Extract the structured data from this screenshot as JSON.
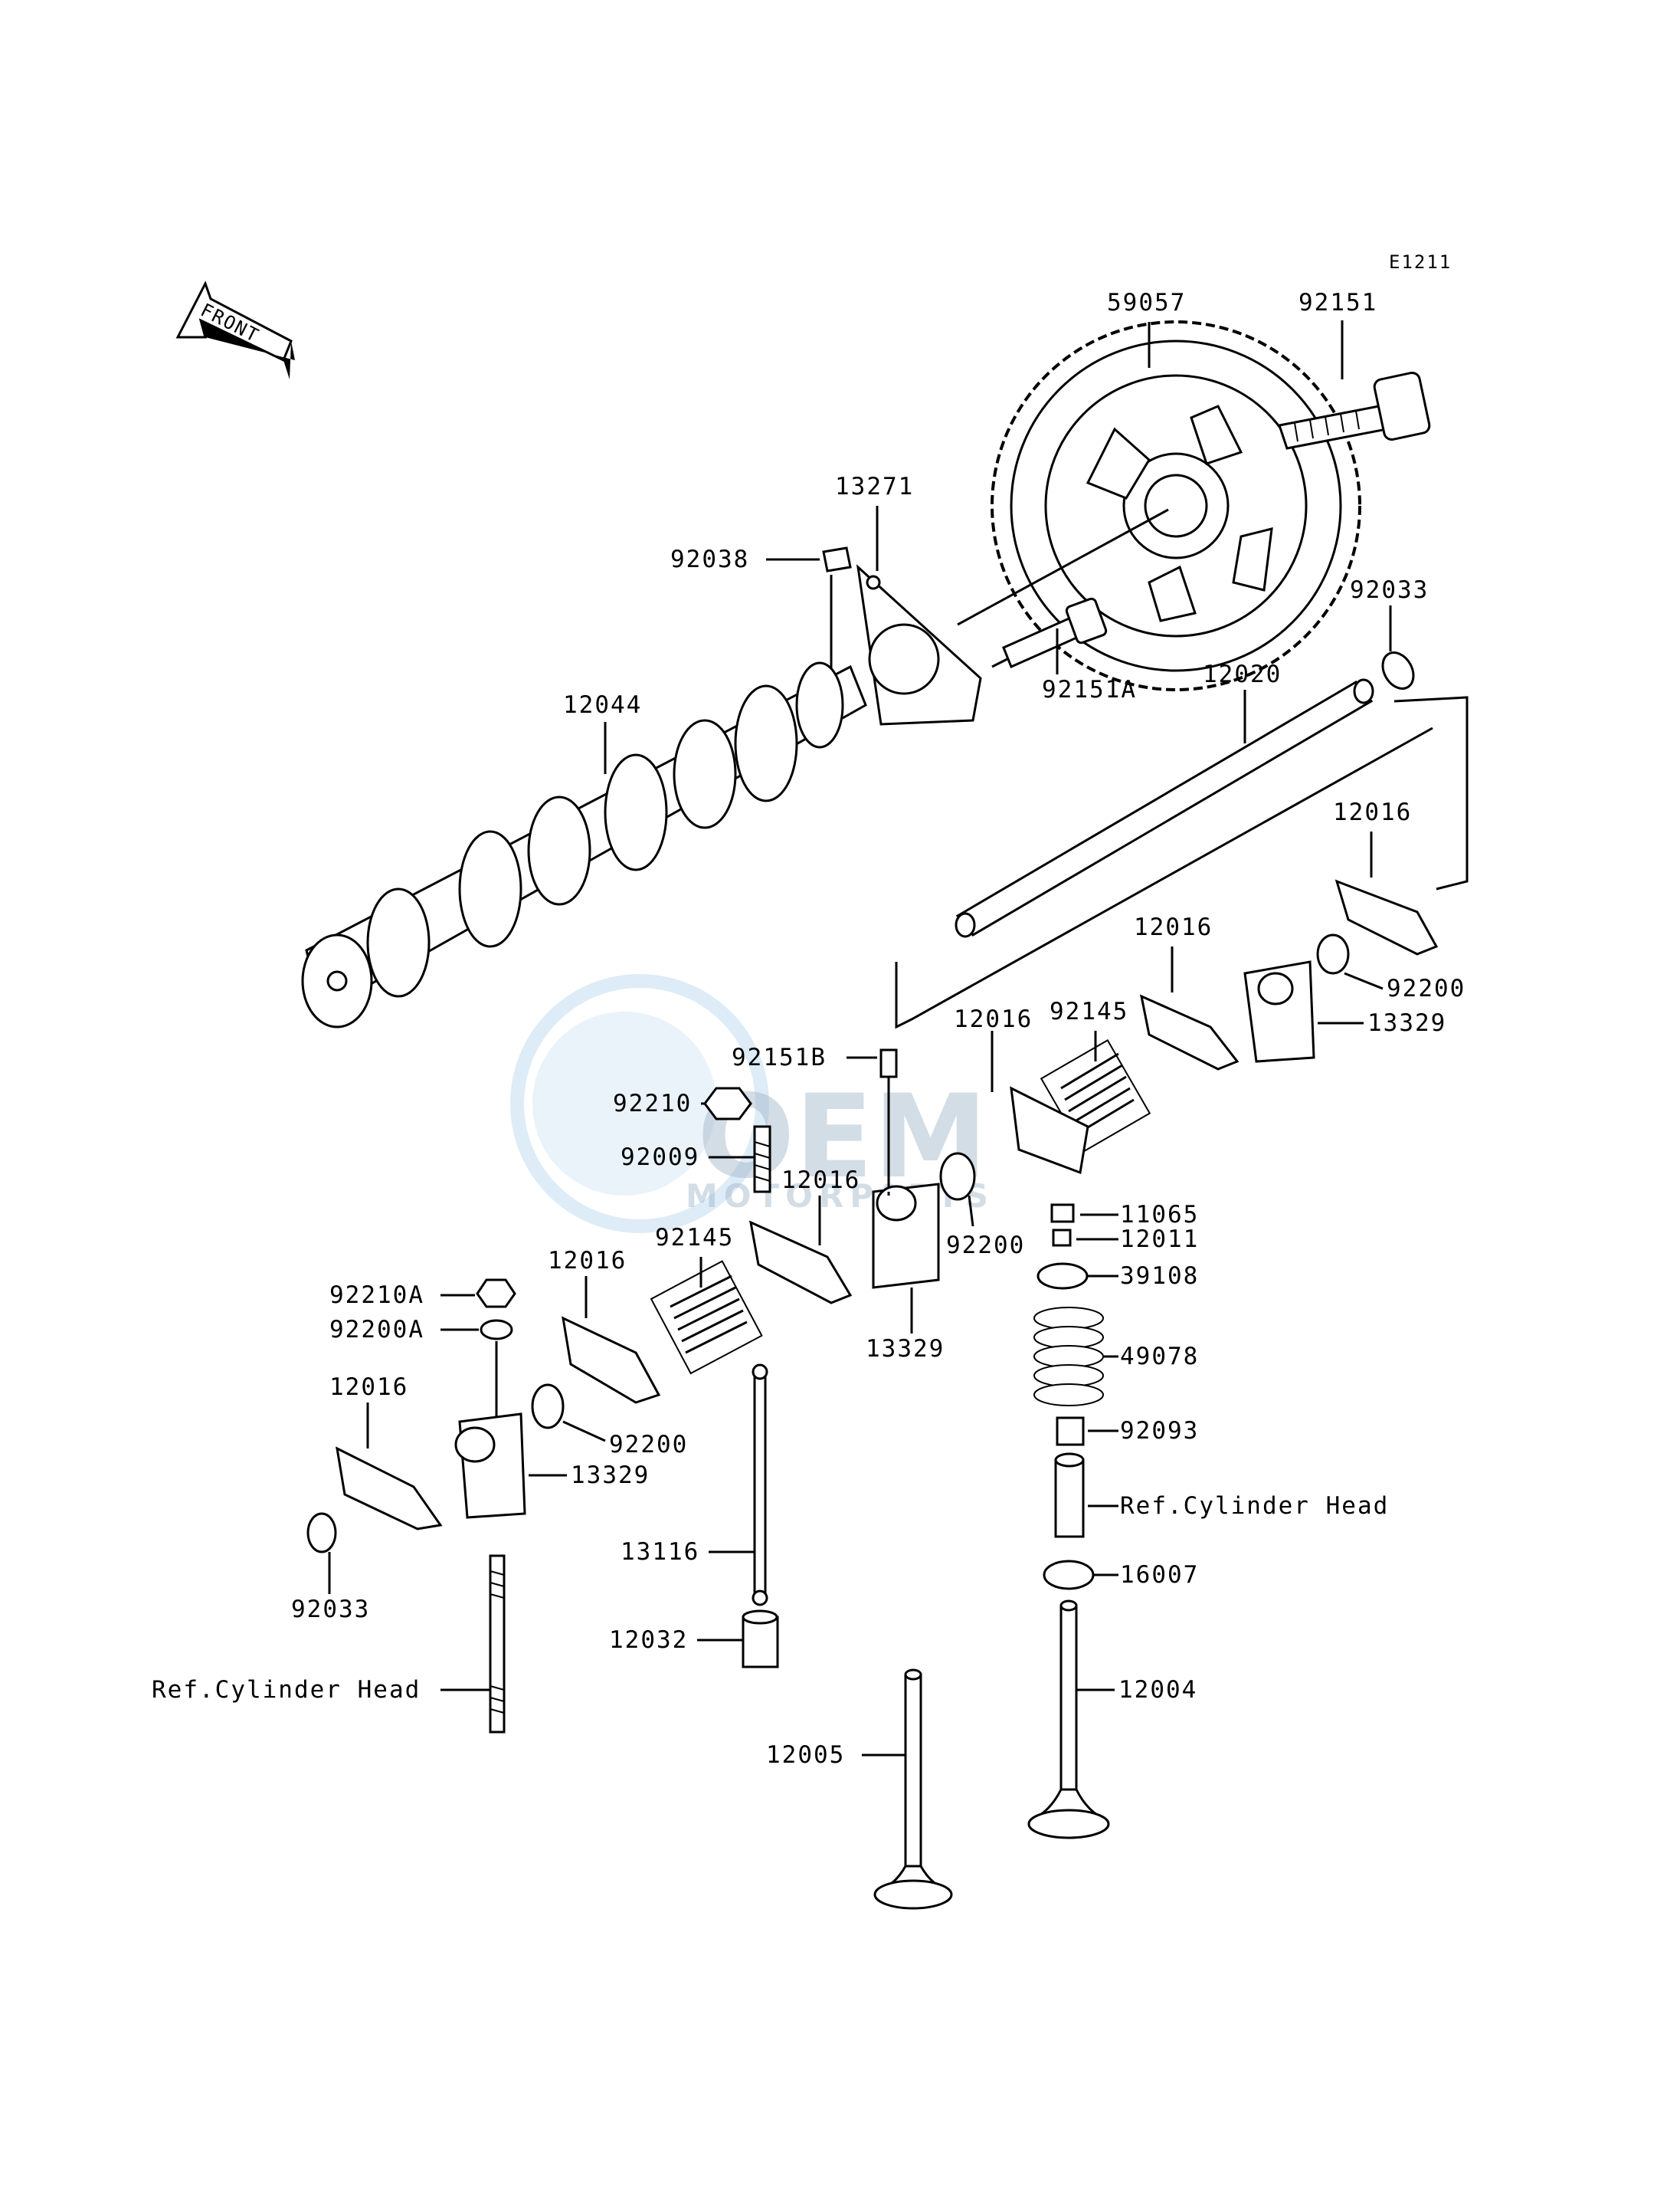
{
  "diagram": {
    "drawing_code": "E1211",
    "front_indicator": "FRONT",
    "watermark": {
      "main": "OEM",
      "sub": "MOTORPARTS"
    },
    "callouts": {
      "p59057": "59057",
      "p92151": "92151",
      "p13271": "13271",
      "p92038": "92038",
      "p92033_top": "92033",
      "p12044": "12044",
      "p92151A": "92151A",
      "p12020": "12020",
      "p12016_a": "12016",
      "p12016_b": "12016",
      "p12016_c": "12016",
      "p12016_d": "12016",
      "p12016_e": "12016",
      "p12016_f": "12016",
      "p92200_a": "92200",
      "p92200_b": "92200",
      "p92200_c": "92200",
      "p13329_a": "13329",
      "p13329_b": "13329",
      "p13329_c": "13329",
      "p92145_a": "92145",
      "p92145_b": "92145",
      "p92151B": "92151B",
      "p92210": "92210",
      "p92009": "92009",
      "p11065": "11065",
      "p12011": "12011",
      "p39108": "39108",
      "p49078": "49078",
      "p92093": "92093",
      "p92210A": "92210A",
      "p92200A": "92200A",
      "p92033_bottom": "92033",
      "p13116": "13116",
      "p12032": "12032",
      "p16007": "16007",
      "p12004": "12004",
      "p12005": "12005",
      "ref_cyl_head_right": "Ref.Cylinder Head",
      "ref_cyl_head_left": "Ref.Cylinder Head"
    }
  }
}
